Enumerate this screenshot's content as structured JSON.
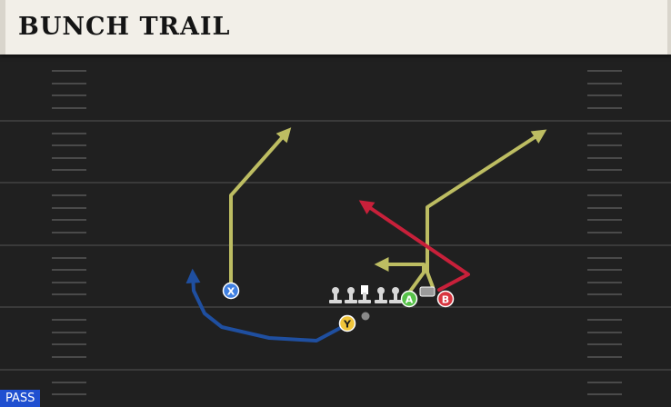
{
  "play": {
    "title": "BUNCH TRAIL",
    "type_badge": "PASS"
  },
  "formation": {
    "center_label": "",
    "receivers": [
      {
        "label": "X",
        "color": "#3f7fe0"
      },
      {
        "label": "A",
        "color": "#57c24a"
      },
      {
        "label": "B",
        "color": "#d8353f"
      },
      {
        "label": "Y",
        "color": "#f0c53a"
      }
    ],
    "qb_marker": "QB",
    "ball_label": ""
  },
  "routes": {
    "colors": {
      "pass_route": "#bdbd62",
      "block_route": "#1f4fa0",
      "option_route": "#c8203a"
    }
  },
  "colors": {
    "field": "#202020",
    "yard_line": "#3a3a3a",
    "hash": "#4a4a4a",
    "header_bg": "#f2efe8",
    "badge_bg": "#1f4fd0"
  }
}
